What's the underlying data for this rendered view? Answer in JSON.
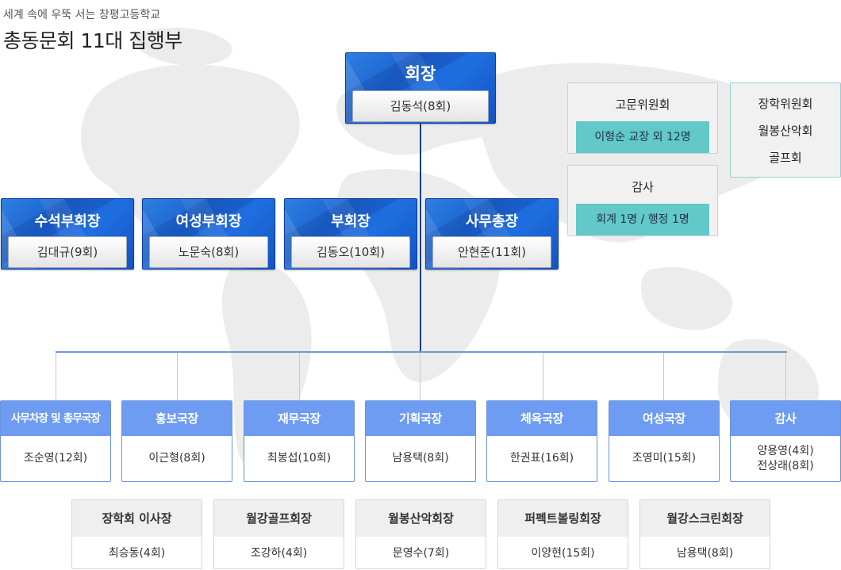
{
  "header": {
    "subtitle": "세계 속에 우뚝 서는 창평고등학교",
    "title": "총동문회 11대 집행부"
  },
  "president": {
    "title": "회장",
    "name": "김동석(8회)"
  },
  "officers": [
    {
      "title": "수석부회장",
      "name": "김대규(9회)"
    },
    {
      "title": "여성부회장",
      "name": "노문숙(8회)"
    },
    {
      "title": "부회장",
      "name": "김동오(10회)"
    },
    {
      "title": "사무총장",
      "name": "안현준(11회)"
    }
  ],
  "advisors": {
    "title": "고문위원회",
    "detail": "이형순 교장 외 12명"
  },
  "audit_board": {
    "title": "감사",
    "detail": "회계 1명 / 행정 1명"
  },
  "committees": [
    "장학위원회",
    "월봉산악회",
    "골프회"
  ],
  "departments": [
    {
      "title": "사무차장 및 총무국장",
      "names": [
        "조순영(12회)"
      ]
    },
    {
      "title": "홍보국장",
      "names": [
        "이근형(8회)"
      ]
    },
    {
      "title": "재무국장",
      "names": [
        "최봉섭(10회)"
      ]
    },
    {
      "title": "기획국장",
      "names": [
        "남용택(8회)"
      ]
    },
    {
      "title": "체육국장",
      "names": [
        "한권표(16회)"
      ]
    },
    {
      "title": "여성국장",
      "names": [
        "조영미(15회)"
      ]
    },
    {
      "title": "감사",
      "names": [
        "양용영(4회)",
        "전상래(8회)"
      ]
    }
  ],
  "clubs": [
    {
      "title": "장학회 이사장",
      "name": "최승동(4회)"
    },
    {
      "title": "월강골프회장",
      "name": "조강하(4회)"
    },
    {
      "title": "월봉산악회장",
      "name": "문영수(7회)"
    },
    {
      "title": "퍼펙트볼링회장",
      "name": "이양현(15회)"
    },
    {
      "title": "월강스크린회장",
      "name": "남용택(8회)"
    }
  ],
  "colors": {
    "officer_blue": "#1a63d0",
    "department_blue": "#6d9cf2",
    "teal": "#62c8c8",
    "connector": "#1c3f7a"
  }
}
